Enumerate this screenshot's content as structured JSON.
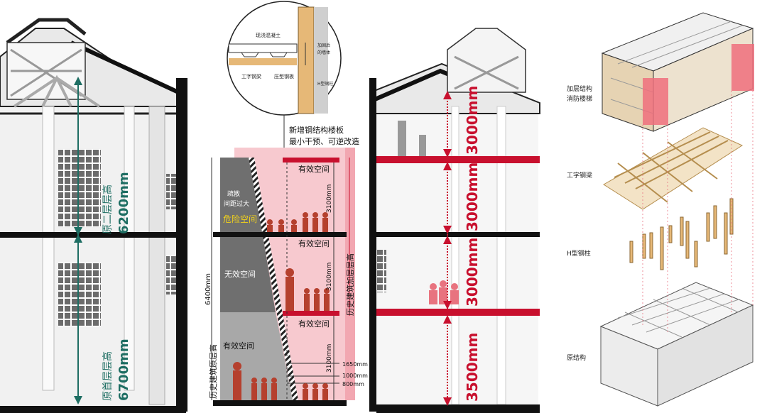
{
  "colors": {
    "accent_red": "#c8102e",
    "teal": "#1e6e63",
    "danger_yellow": "#f2d21b",
    "steel_wood": "#e6b877",
    "dark_gray": "#6f6f6f",
    "mid_gray": "#a8a8a8"
  },
  "left_section": {
    "second_floor_height": "原二层层高",
    "second_floor_value": "6200mm",
    "first_floor_height": "原首层层高",
    "first_floor_value": "6700mm"
  },
  "detail_callout": {
    "concrete": "现浇混凝土",
    "i_beam": "工字钢梁",
    "deck": "压型钢板",
    "reinforced_wall": "加固后的墙体",
    "h_column": "H型钢柱"
  },
  "intervention_note": {
    "line1": "新增钢结构楼板",
    "line2": "最小干预、可逆改造"
  },
  "middle_section": {
    "effective_space": "有效空间",
    "spacing_line1": "疏散",
    "spacing_line2": "间距过大",
    "danger_space": "危险空间",
    "invalid_space": "无效空间",
    "historic_height_label": "历史建筑原层高",
    "historic_height_value": "6400mm",
    "added_height_label": "历史建筑加层层高",
    "dim_3100_top": "3100mm",
    "dim_3100_mid": "3100mm",
    "dim_3100_bot": "3100mm",
    "dim_1650": "1650mm",
    "dim_1000": "1000mm",
    "dim_800": "800mm"
  },
  "right_section": {
    "dim_top": "3000mm",
    "dim_mid1": "3000mm",
    "dim_mid2": "3000mm",
    "dim_bottom": "3500mm"
  },
  "axonometric": {
    "layer1_line1": "加层结构",
    "layer1_line2": "消防楼梯",
    "layer2": "工字钢梁",
    "layer3": "H型钢柱",
    "layer4": "原结构"
  }
}
